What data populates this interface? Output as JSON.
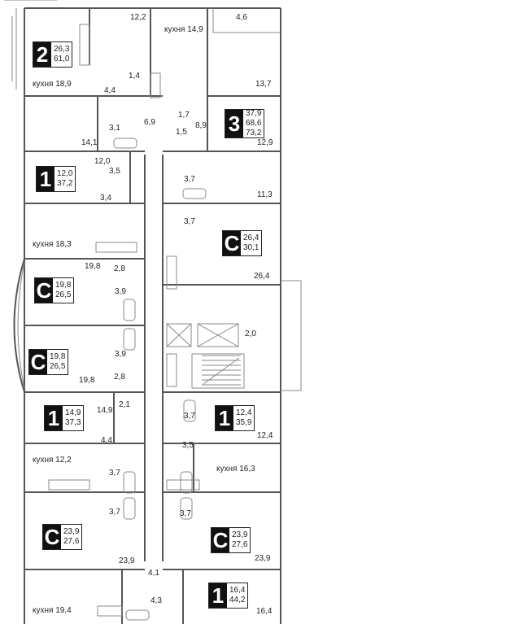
{
  "apartments": [
    {
      "type": "2",
      "vals": [
        "26,3",
        "61,0"
      ]
    },
    {
      "type": "3",
      "vals": [
        "37,9",
        "68,6",
        "73,2"
      ]
    },
    {
      "type": "1",
      "vals": [
        "12,0",
        "37,2"
      ]
    },
    {
      "type": "С",
      "vals": [
        "26,4",
        "30,1"
      ]
    },
    {
      "type": "С",
      "vals": [
        "19,8",
        "26,5"
      ]
    },
    {
      "type": "С",
      "vals": [
        "19,8",
        "26,5"
      ]
    },
    {
      "type": "1",
      "vals": [
        "14,9",
        "37,3"
      ]
    },
    {
      "type": "1",
      "vals": [
        "12,4",
        "35,9"
      ]
    },
    {
      "type": "С",
      "vals": [
        "23,9",
        "27,6"
      ]
    },
    {
      "type": "С",
      "vals": [
        "23,9",
        "27,6"
      ]
    },
    {
      "type": "1",
      "vals": [
        "16,4",
        "44,2"
      ]
    }
  ],
  "rooms": [
    "12,2",
    "кухня 14,9",
    "4,6",
    "кухня 18,9",
    "1,4",
    "4,4",
    "13,7",
    "1,7",
    "6,9",
    "3,1",
    "8,9",
    "1,5",
    "14,1",
    "12,9",
    "12,0",
    "3,5",
    "3,7",
    "3,4",
    "11,3",
    "3,7",
    "кухня 18,3",
    "19,8",
    "2,8",
    "26,4",
    "3,9",
    "2,0",
    "3,9",
    "19,8",
    "2,8",
    "2,1",
    "14,9",
    "3,7",
    "12,4",
    "4,4",
    "3,5",
    "кухня 12,2",
    "кухня 16,3",
    "3,7",
    "3,7",
    "3,7",
    "23,9",
    "23,9",
    "4,1",
    "4,3",
    "кухня 19,4",
    "16,4"
  ]
}
